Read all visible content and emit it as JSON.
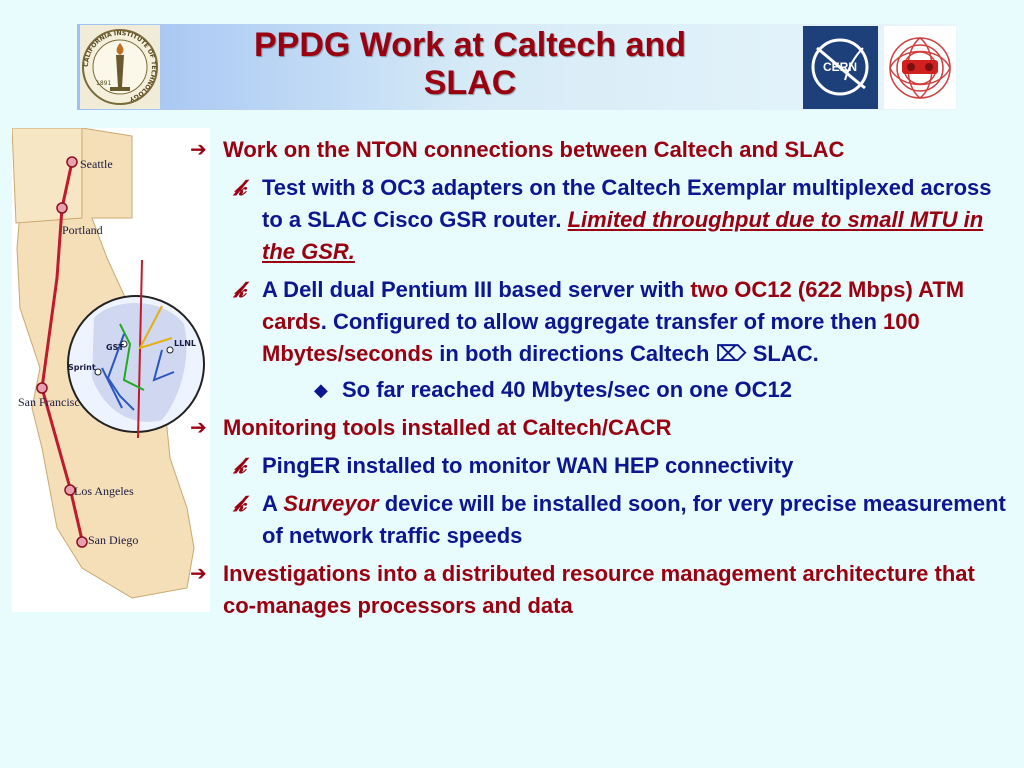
{
  "title": {
    "line1": "PPDG Work at Caltech and",
    "line2": "SLAC"
  },
  "logos": {
    "caltech_ring_text": "CALIFORNIA INSTITUTE OF TECHNOLOGY",
    "caltech_year": "1891",
    "cern_text": "CERN"
  },
  "map": {
    "cities": [
      "Seattle",
      "Portland",
      "San Francisco",
      "Los Angeles",
      "San Diego"
    ],
    "inset_labels": [
      "GST",
      "LLNL",
      "Sprint"
    ]
  },
  "glyphs": {
    "arrow": "➔",
    "sub_mark": "𝓀",
    "diamond": "◆",
    "bidir": "⌦"
  },
  "bullets": {
    "b1": {
      "text": "Work on the NTON connections between Caltech and SLAC"
    },
    "b1_1": {
      "t1": "Test with 8 OC3 adapters on the Caltech Exemplar multiplexed across to a SLAC Cisco GSR router. ",
      "t2": "Limited throughput due to small MTU in the GSR."
    },
    "b1_2": {
      "t1": "A Dell dual Pentium III based server with ",
      "t2": "two OC12 (622 Mbps) ATM cards",
      "t3": ". Configured to allow aggregate transfer of more then ",
      "t4": "100 Mbytes/seconds",
      "t5": " in both directions Caltech ",
      "t6": " SLAC."
    },
    "b1_2_1": {
      "text": "So far reached 40 Mbytes/sec on one OC12"
    },
    "b2": {
      "text": "Monitoring tools installed at Caltech/CACR"
    },
    "b2_1": {
      "text": "PingER installed to monitor WAN HEP connectivity"
    },
    "b2_2": {
      "t1": "A ",
      "t2": "Surveyor",
      "t3": " device will be installed soon, for very precise measurement of network traffic speeds"
    },
    "b3": {
      "text": "Investigations into a distributed resource management architecture that co-manages processors and data"
    }
  }
}
